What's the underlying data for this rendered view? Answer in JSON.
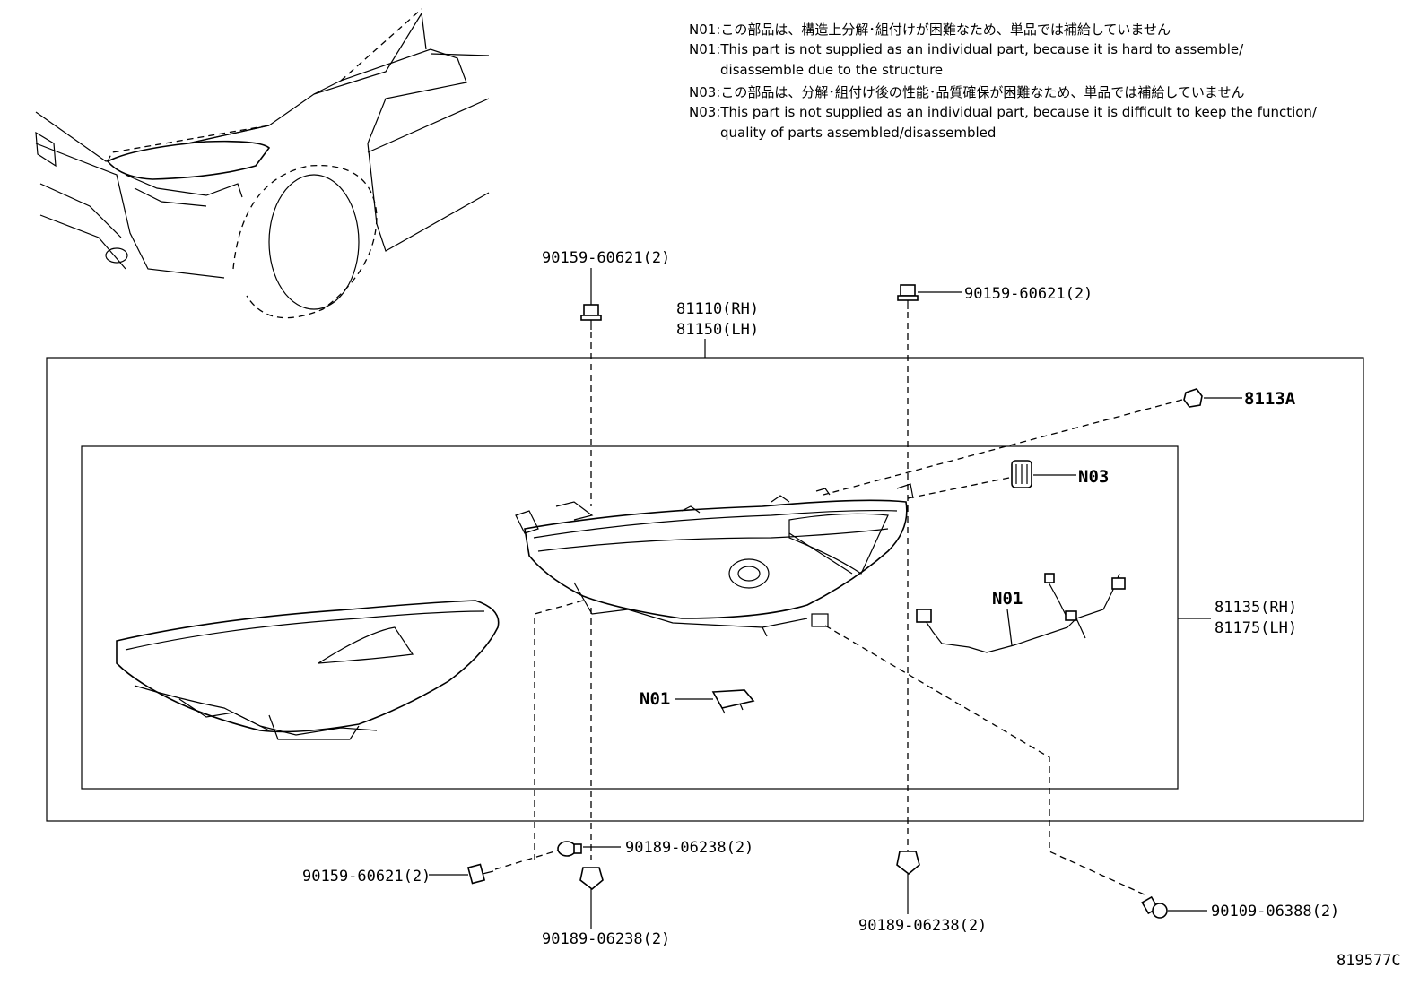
{
  "notes": {
    "n01_jp": "N01:この部品は、構造上分解･組付けが困難なため、単品では補給していません",
    "n01_en_1": "N01:This part is not supplied as an individual part, because it is hard to assemble/",
    "n01_en_2": "disassemble due to the structure",
    "n03_jp": "N03:この部品は、分解･組付け後の性能･品質確保が困難なため、単品では補給していません",
    "n03_en_1": "N03:This part is not supplied as an individual part, because it is difficult to keep the function/",
    "n03_en_2": "quality of parts assembled/disassembled"
  },
  "labels": {
    "bolt_top_left": "90159-60621(2)",
    "bolt_top_right": "90159-60621(2)",
    "assembly_rh": "81110(RH)",
    "assembly_lh": "81150(LH)",
    "part_8113a": "8113A",
    "n03": "N03",
    "n01_harness": "N01",
    "n01_module": "N01",
    "unit_rh": "81135(RH)",
    "unit_lh": "81175(LH)",
    "bolt_bottom_left": "90159-60621(2)",
    "clip_mid_top": "90189-06238(2)",
    "clip_mid_bottom": "90189-06238(2)",
    "clip_right": "90189-06238(2)",
    "screw_bottom_right": "90109-06388(2)",
    "figure_id": "819577C"
  },
  "icons": {
    "vehicle": "vehicle-front-view-icon",
    "bolt": "flange-bolt-icon",
    "clip": "push-clip-icon",
    "screw": "screw-icon",
    "bulb": "bulb-socket-icon",
    "module": "control-module-icon",
    "harness": "wire-harness-icon"
  }
}
